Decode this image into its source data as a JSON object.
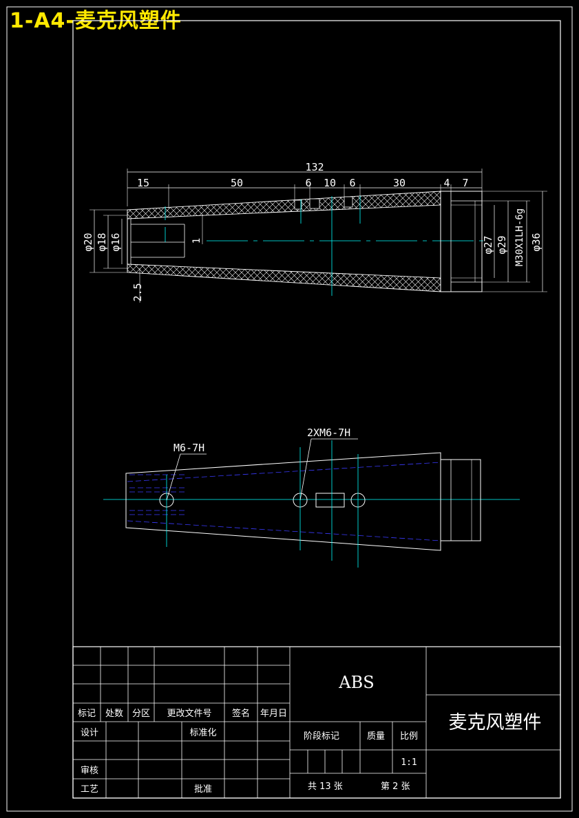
{
  "sheet_title": "1-A4-麦克风塑件",
  "colors": {
    "background": "#000000",
    "outline": "#ffffff",
    "centerline": "#00ffff",
    "hidden": "#3a3aff",
    "badge": "#ffe800"
  },
  "dimensions": {
    "overall_length": "132",
    "len_15": "15",
    "len_50": "50",
    "len_6a": "6",
    "len_10": "10",
    "len_6b": "6",
    "len_30": "30",
    "len_4": "4",
    "len_7": "7",
    "dia_20": "φ20",
    "dia_18": "φ18",
    "dia_16": "φ16",
    "dim_1": "1",
    "dim_2_5": "2.5",
    "dia_27": "φ27",
    "dia_29": "φ29",
    "thread": "M30X1LH-6g",
    "dia_36": "φ36"
  },
  "callouts": {
    "left_hole": "M6-7H",
    "side_holes": "2XM6-7H"
  },
  "title_block": {
    "material": "ABS",
    "part_name": "麦克风塑件",
    "header_labels": [
      "标记",
      "处数",
      "分区",
      "更改文件号",
      "签名",
      "年月日"
    ],
    "design": "设计",
    "standardization": "标准化",
    "stage_mark": "阶段标记",
    "mass": "质量",
    "scale_label": "比例",
    "scale_value": "1:1",
    "review": "审核",
    "process": "工艺",
    "approve": "批准",
    "total_sheets": "共 13  张",
    "sheet_number": "第 2 张"
  }
}
